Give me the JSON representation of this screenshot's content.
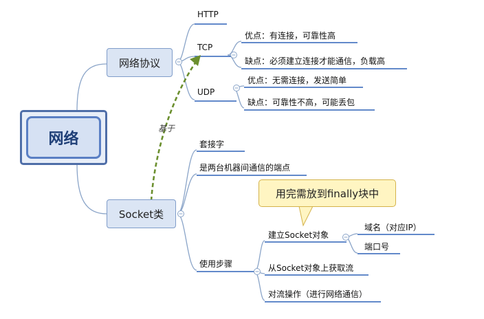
{
  "root": {
    "label": "网络"
  },
  "branches": {
    "protocol": {
      "label": "网络协议",
      "http": "HTTP",
      "tcp": {
        "label": "TCP",
        "pros": "优点：有连接，可靠性高",
        "cons": "缺点：必须建立连接才能通信，负载高"
      },
      "udp": {
        "label": "UDP",
        "pros": "优点：无需连接，发送简单",
        "cons": "缺点：可靠性不高，可能丢包"
      }
    },
    "socket": {
      "label": "Socket类",
      "alias": "套接字",
      "desc": "是两台机器间通信的端点",
      "steps": {
        "label": "使用步骤",
        "create": {
          "label": "建立Socket对象",
          "domain": "域名（对应IP）",
          "port": "端口号"
        },
        "get_stream": "从Socket对象上获取流",
        "operate": "对流操作（进行网络通信）"
      }
    }
  },
  "relationship": {
    "label": "基于"
  },
  "callout": {
    "text": "用完需放到finally块中"
  },
  "colors": {
    "line": "#8aa4c8",
    "underline": "#2f62b8",
    "relationship": "#6b8f2e",
    "callout_fill": "#fff5c2"
  }
}
